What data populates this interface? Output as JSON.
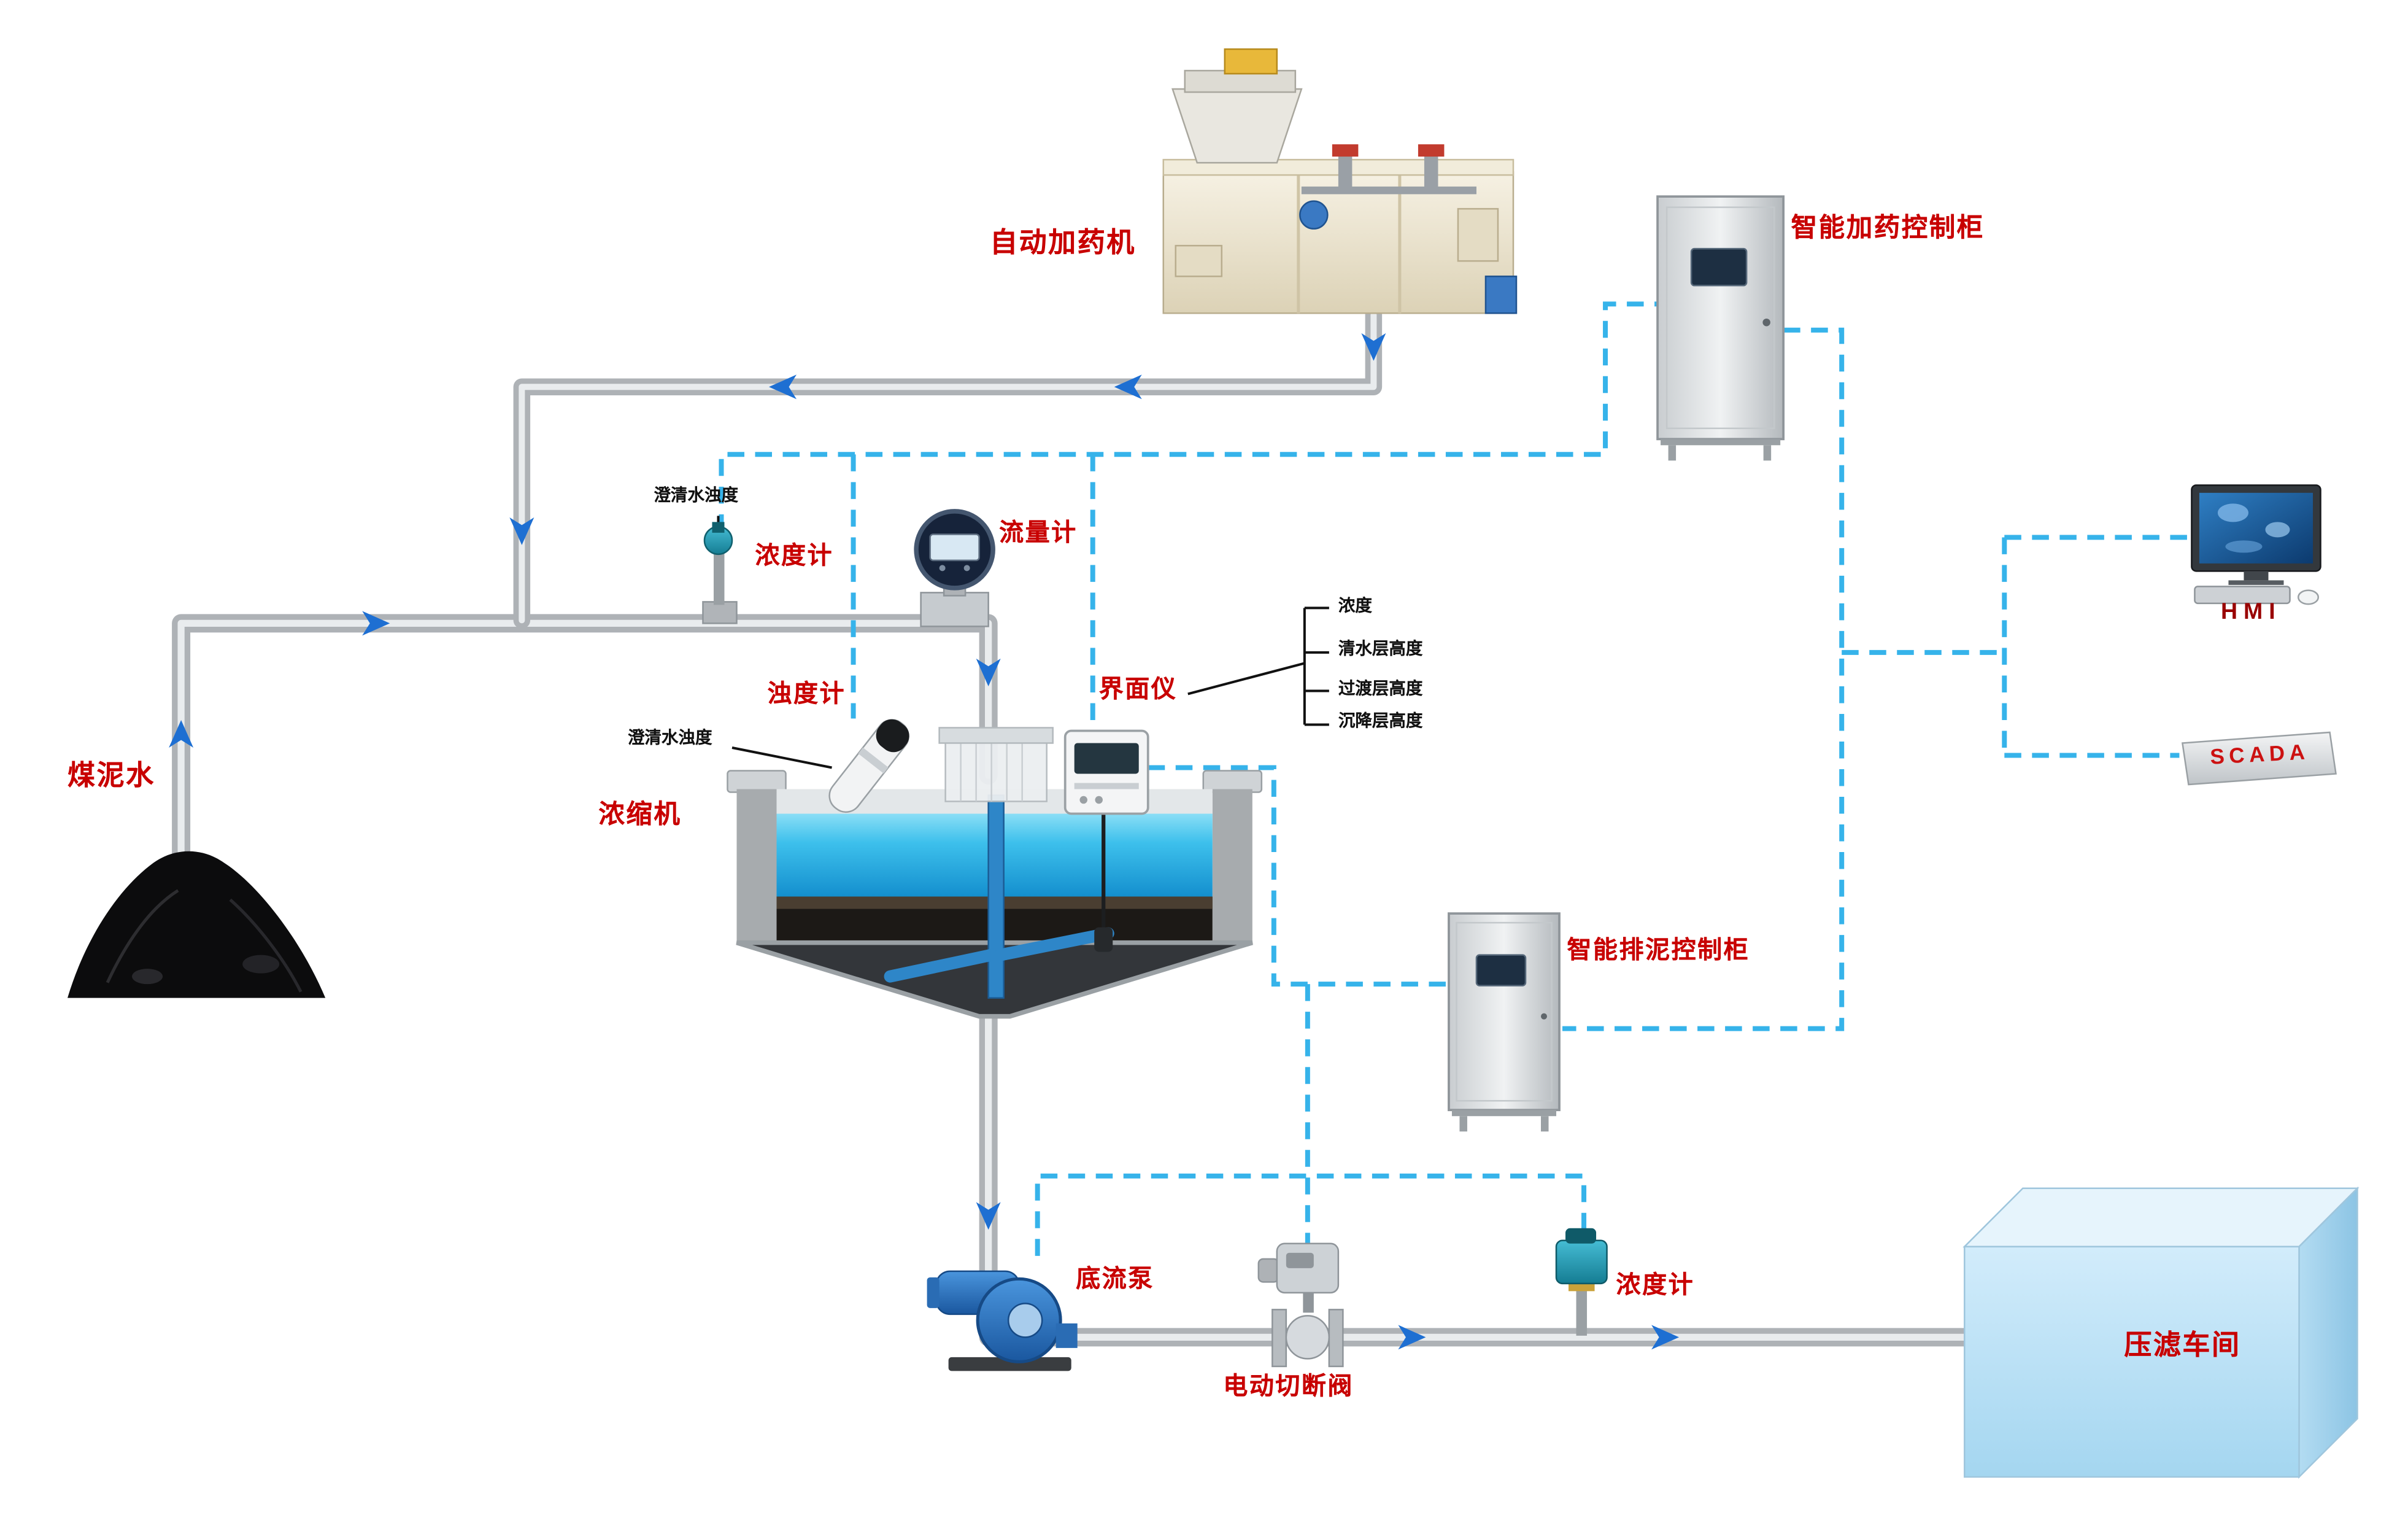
{
  "diagram": {
    "labels": {
      "coal_slurry": "煤泥水",
      "dosing_machine": "自动加药机",
      "dosing_cabinet": "智能加药控制柜",
      "hmi": "HMI",
      "scada": "SCADA",
      "clarified_turbidity_top": "澄清水浊度",
      "concentration_meter_top": "浓度计",
      "flow_meter": "流量计",
      "turbidity_meter": "浊度计",
      "clarified_turbidity_mid": "澄清水浊度",
      "interface_meter": "界面仪",
      "interface_readings": [
        "浓度",
        "清水层高度",
        "过渡层高度",
        "沉降层高度"
      ],
      "thickener": "浓缩机",
      "sludge_cabinet": "智能排泥控制柜",
      "underflow_pump": "底流泵",
      "electric_valve": "电动切断阀",
      "concentration_meter_bottom": "浓度计",
      "filter_press": "压滤车间"
    },
    "colors": {
      "label_red": "#c80000",
      "signal_line": "#36b3ea",
      "flow_arrow": "#1e6fd2",
      "pipe": "#aeb2b6",
      "water": "#2ab0e2",
      "filter_press_blue": "#c6e6f7"
    }
  }
}
